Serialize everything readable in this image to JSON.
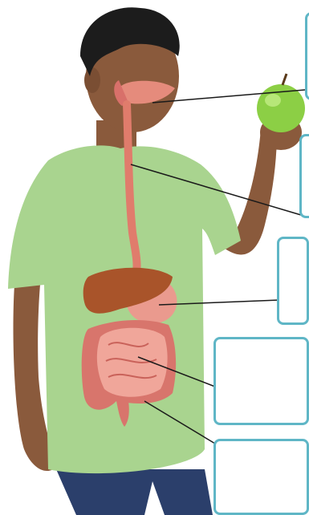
{
  "diagram": {
    "subject": "human-digestive-system",
    "organs": [
      "mouth",
      "esophagus",
      "liver",
      "stomach",
      "small-intestine",
      "large-intestine"
    ],
    "labels": [
      {
        "id": "box-1",
        "text": ""
      },
      {
        "id": "box-2",
        "text": ""
      },
      {
        "id": "box-3",
        "text": ""
      },
      {
        "id": "box-4",
        "text": ""
      },
      {
        "id": "box-5",
        "text": ""
      }
    ],
    "colors": {
      "label_border": "#5fb6c6",
      "shirt": "#a9d48f",
      "skin": "#8a5a3c",
      "hair": "#1c1c1c",
      "pants": "#2b3f6b",
      "liver": "#a9542a",
      "tract": "#e07c6c",
      "apple": "#8ccf45"
    }
  }
}
